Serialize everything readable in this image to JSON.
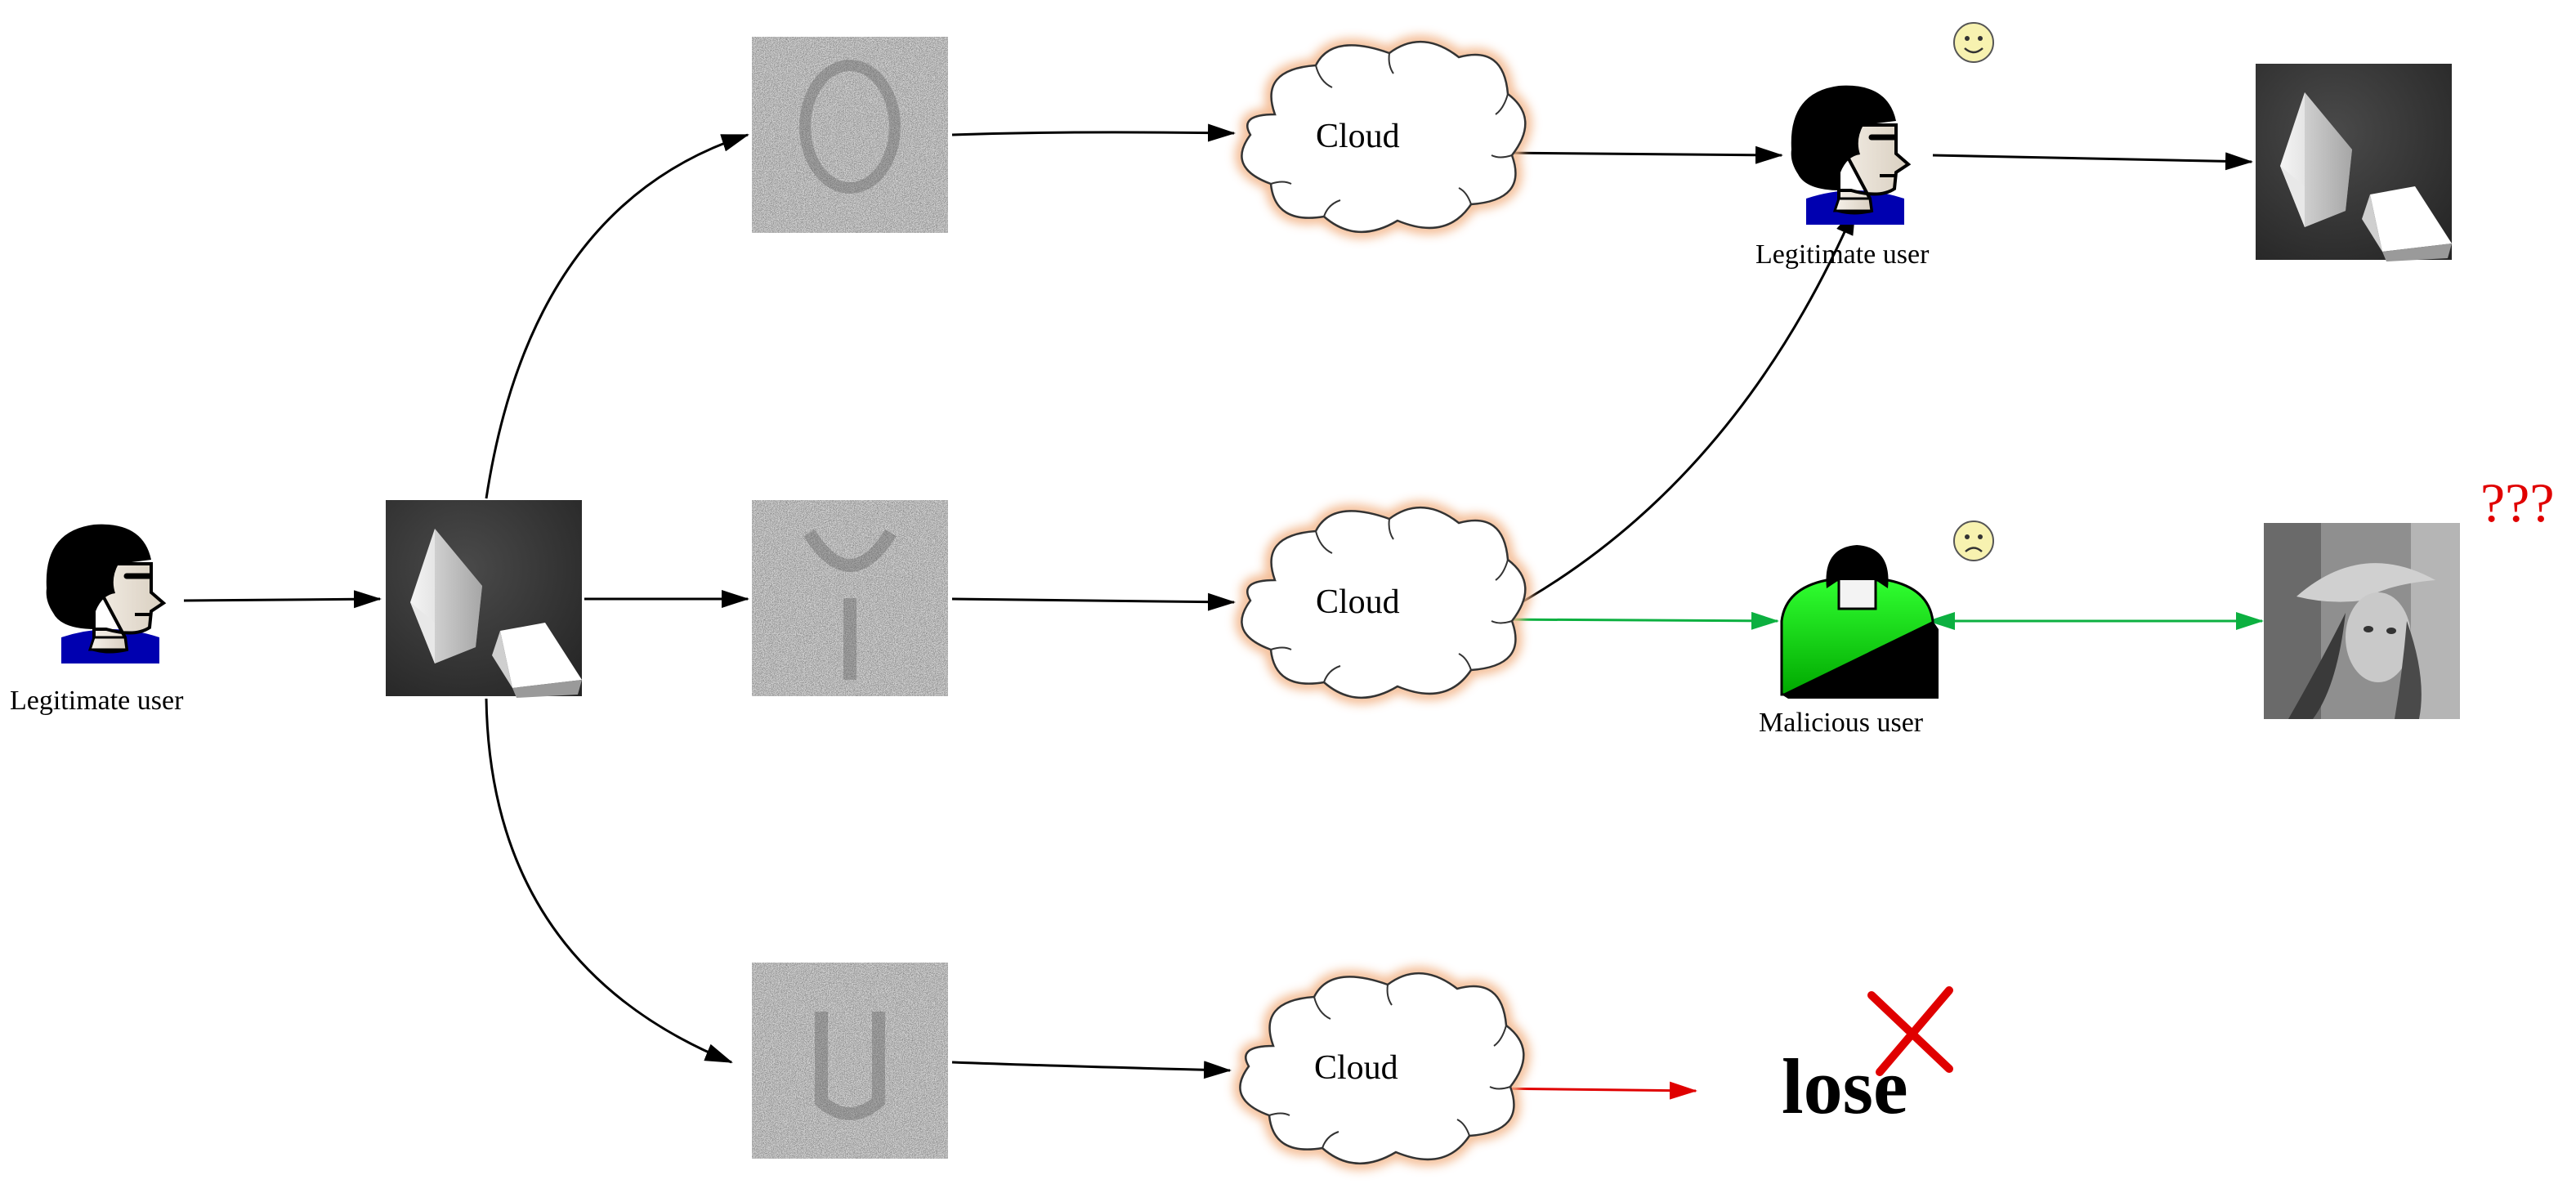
{
  "labels": {
    "legit_user_source": "Legitimate user",
    "legit_user_receiver": "Legitimate user",
    "malicious_user": "Malicious user",
    "cloud_top": "Cloud",
    "cloud_middle": "Cloud",
    "cloud_bottom": "Cloud",
    "lose": "lose",
    "question_marks": "???"
  },
  "colors": {
    "arrow_default": "#000000",
    "arrow_malicious": "#0cb040",
    "arrow_lose": "#e00000",
    "cloud_glow": "#f3b68a",
    "malicious_body": "#10d010",
    "user_shirt": "#0000b0",
    "lose_cross": "#e00000",
    "smiley_face": "#f7f2b0"
  },
  "icons": {
    "source_user": "user-head-icon",
    "receiver_user": "user-head-icon",
    "malicious_user": "malicious-user-icon",
    "happy_face": "happy-face-icon",
    "sad_face": "sad-face-icon",
    "cross": "red-cross-icon",
    "cloud": "cloud-icon"
  }
}
